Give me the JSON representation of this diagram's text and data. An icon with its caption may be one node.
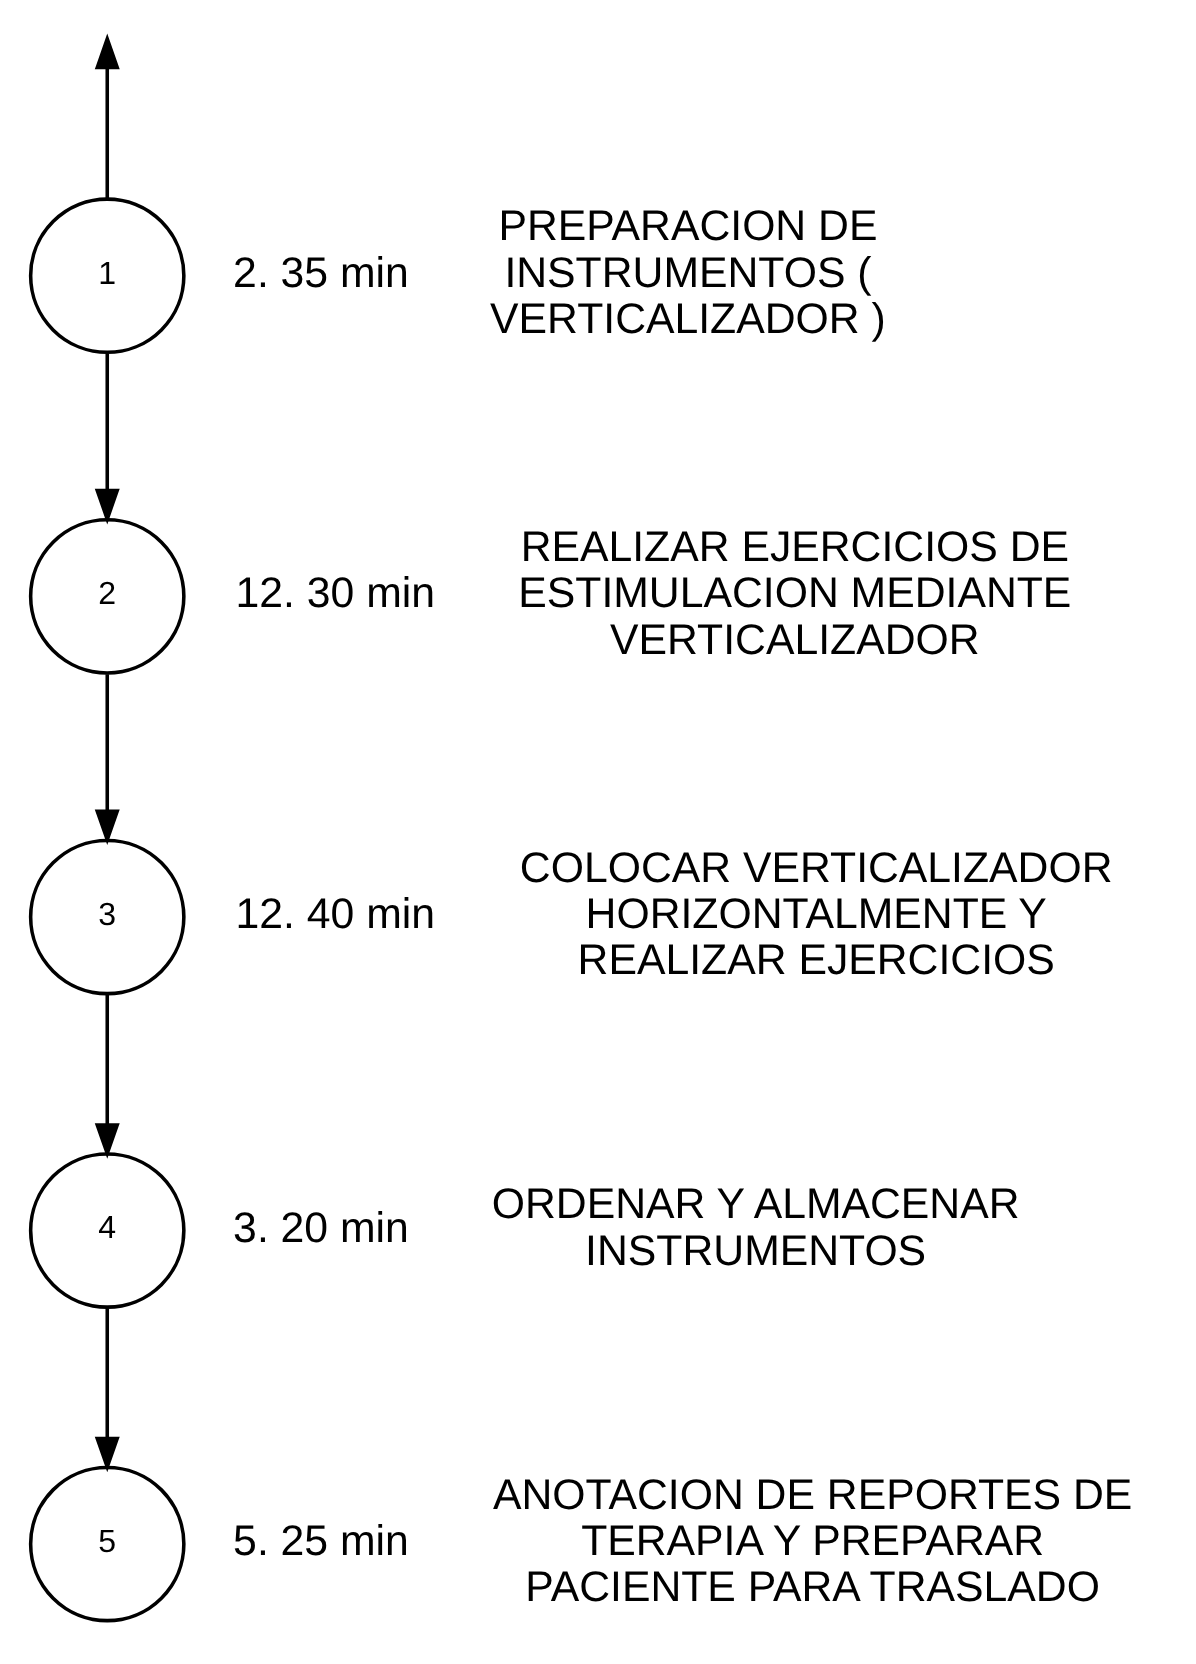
{
  "diagram": {
    "nodes": [
      {
        "text": [
          "1"
        ],
        "beside": [
          "PREPARACION DE INSTRUMENTOS ( VERTICALIZADOR )",
          "2. 35 min"
        ]
      },
      {
        "text": [
          "2"
        ],
        "beside": [
          "REALIZAR EJERCICIOS DE ESTIMULACION MEDIANTE VERTICALIZADOR",
          "12. 30 min"
        ]
      },
      {
        "text": [
          "3"
        ],
        "beside": [
          "COLOCAR VERTICALIZADOR HORIZONTALMENTE Y REALIZAR EJERCICIOS",
          "12. 40 min"
        ]
      },
      {
        "text": [
          "4"
        ],
        "beside": [
          "ORDENAR Y ALMACENAR INSTRUMENTOS",
          "3. 20 min"
        ]
      },
      {
        "text": [
          "5"
        ],
        "beside": [
          "ANOTACION DE REPORTES DE TERAPIA Y PREPARAR PACIENTE PARA TRASLADO",
          "5. 25 min"
        ]
      }
    ],
    "edges": [
      {
        "from": 0,
        "to": null,
        "arrow": "to"
      },
      {
        "from": 0,
        "to": 1,
        "arrow": "to"
      },
      {
        "from": 1,
        "to": 2,
        "arrow": "to"
      },
      {
        "from": 2,
        "to": 3,
        "arrow": "to"
      },
      {
        "from": 3,
        "to": 4,
        "arrow": "to"
      }
    ]
  }
}
